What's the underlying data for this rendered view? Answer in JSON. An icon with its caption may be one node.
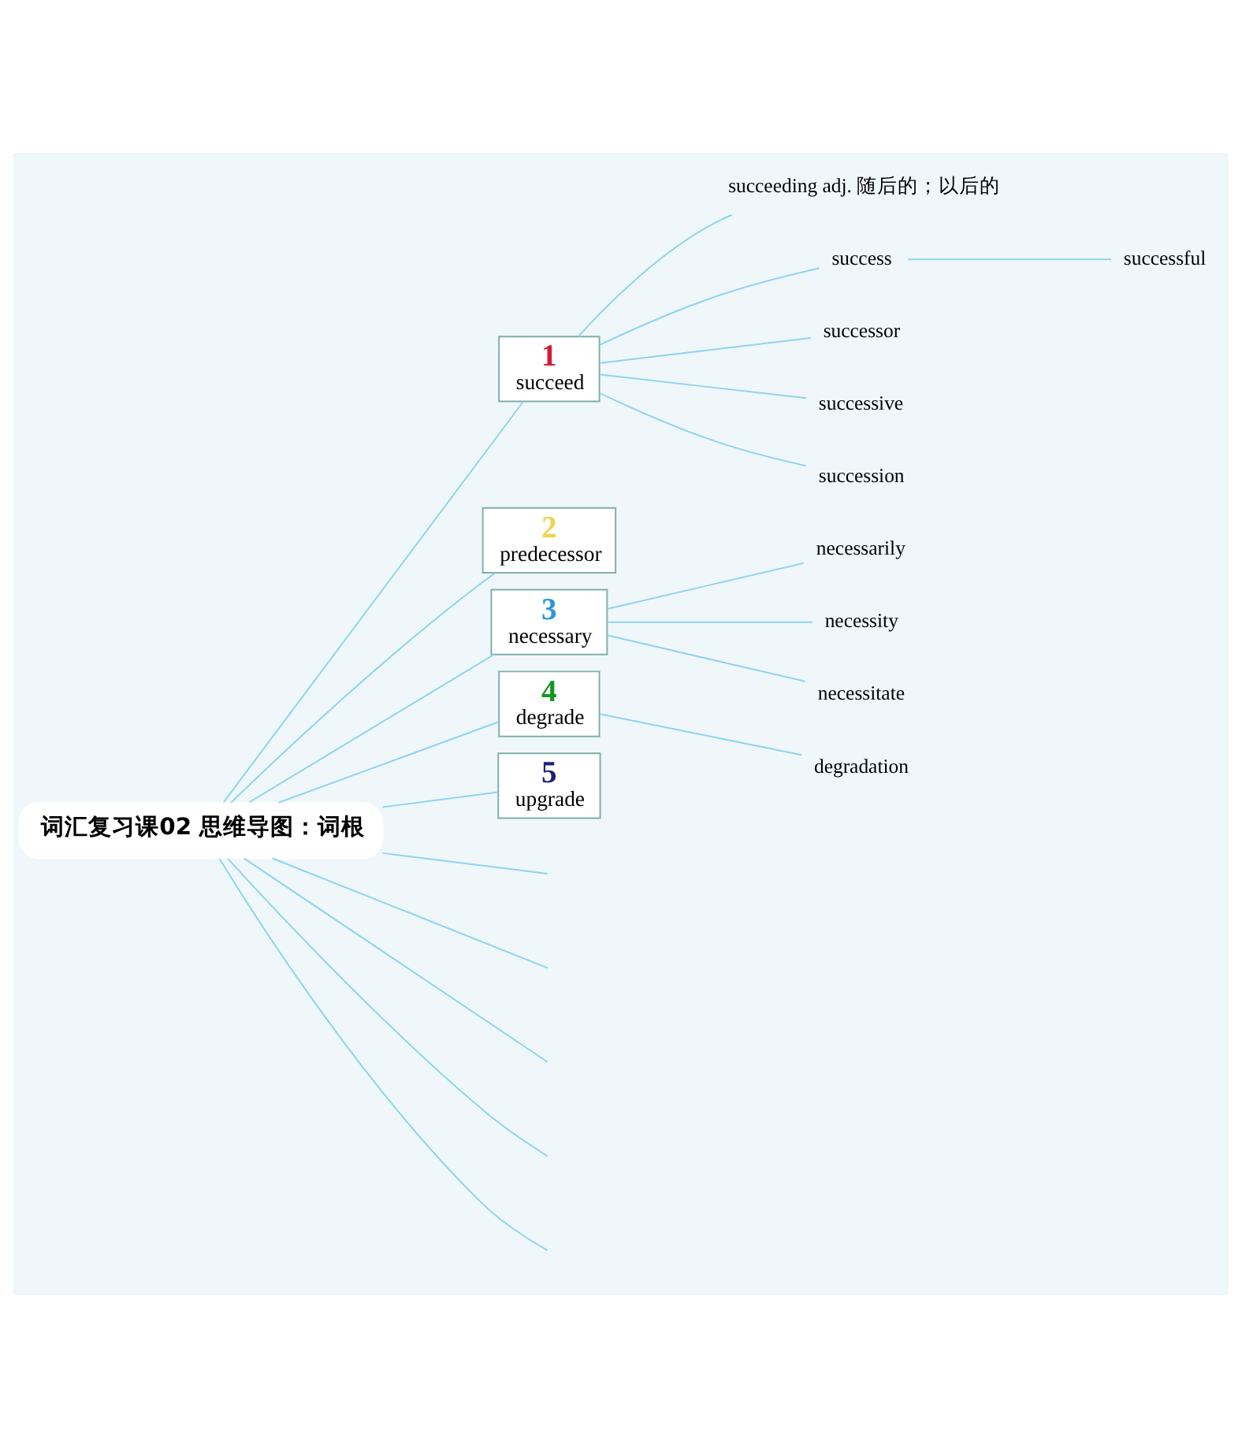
{
  "diagram": {
    "nodes": [
      {
        "text": [
          "词汇复习课02 思维导图：词根"
        ]
      },
      {
        "text": [
          "1",
          "succeed"
        ]
      },
      {
        "text": [
          "succeeding adj. 随后的；以后的"
        ]
      },
      {
        "text": [
          "success"
        ]
      },
      {
        "text": [
          "successful"
        ]
      },
      {
        "text": [
          "successor"
        ]
      },
      {
        "text": [
          "successive"
        ]
      },
      {
        "text": [
          "succession"
        ]
      },
      {
        "text": [
          "2",
          "predecessor"
        ]
      },
      {
        "text": [
          "3",
          "necessary"
        ]
      },
      {
        "text": [
          "necessarily"
        ]
      },
      {
        "text": [
          "necessity"
        ]
      },
      {
        "text": [
          "necessitate"
        ]
      },
      {
        "text": [
          "4",
          "degrade"
        ]
      },
      {
        "text": [
          "degradation"
        ]
      },
      {
        "text": [
          "5",
          "upgrade"
        ]
      }
    ],
    "edges": [
      {
        "from": 0,
        "to": 1,
        "arrow": "none"
      },
      {
        "from": 0,
        "to": 8,
        "arrow": "none"
      },
      {
        "from": 0,
        "to": 9,
        "arrow": "none"
      },
      {
        "from": 0,
        "to": 13,
        "arrow": "none"
      },
      {
        "from": 0,
        "to": 15,
        "arrow": "none"
      },
      {
        "from": 0,
        "to": null,
        "arrow": "none"
      },
      {
        "from": 0,
        "to": null,
        "arrow": "none"
      },
      {
        "from": 0,
        "to": null,
        "arrow": "none"
      },
      {
        "from": 0,
        "to": null,
        "arrow": "none"
      },
      {
        "from": 0,
        "to": null,
        "arrow": "none"
      },
      {
        "from": 1,
        "to": 2,
        "arrow": "none"
      },
      {
        "from": 1,
        "to": 3,
        "arrow": "none"
      },
      {
        "from": 3,
        "to": 4,
        "arrow": "none"
      },
      {
        "from": 1,
        "to": 5,
        "arrow": "none"
      },
      {
        "from": 1,
        "to": 6,
        "arrow": "none"
      },
      {
        "from": 1,
        "to": 7,
        "arrow": "none"
      },
      {
        "from": 9,
        "to": 10,
        "arrow": "none"
      },
      {
        "from": 9,
        "to": 11,
        "arrow": "none"
      },
      {
        "from": 9,
        "to": 12,
        "arrow": "none"
      },
      {
        "from": 13,
        "to": 14,
        "arrow": "none"
      }
    ]
  }
}
